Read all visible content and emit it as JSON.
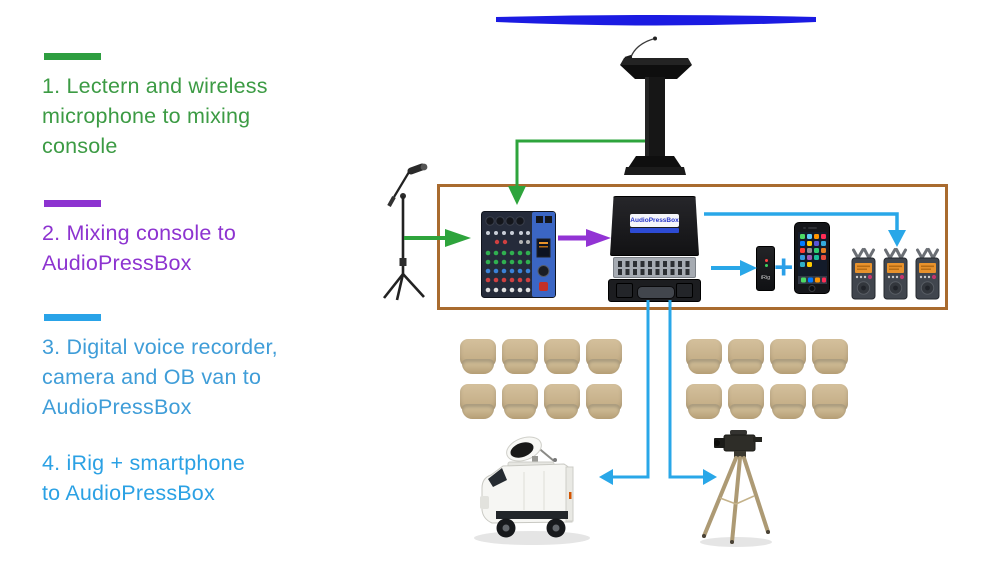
{
  "legend": {
    "items": [
      {
        "id": "1",
        "has_bar": true,
        "bar_color": "#2e9e40",
        "text_color": "#3c9b44",
        "lines": [
          "1. Lectern and wireless",
          "microphone to mixing",
          "console"
        ]
      },
      {
        "id": "2",
        "has_bar": true,
        "bar_color": "#8d33d0",
        "text_color": "#8d33d0",
        "lines": [
          "2. Mixing console to",
          "AudioPressBox"
        ]
      },
      {
        "id": "3",
        "has_bar": true,
        "bar_color": "#29a3e8",
        "text_color": "#3f9dd8",
        "lines": [
          "3. Digital voice recorder,",
          "camera and OB van to",
          "AudioPressBox"
        ]
      },
      {
        "id": "4",
        "has_bar": false,
        "bar_color": null,
        "text_color": "#2ba1e4",
        "lines": [
          "4. iRig + smartphone",
          "to AudioPressBox"
        ]
      }
    ]
  },
  "diagram": {
    "audiopressbox_label": "AudioPressBox",
    "irig_label": "iRig",
    "plus_sign": "+",
    "equipment": [
      "stage-banner",
      "lectern-with-gooseneck-microphone",
      "wireless-microphone-on-boom-stand",
      "mixing-console",
      "audiopressbox-case",
      "irig-interface",
      "smartphone",
      "digital-voice-recorder x3",
      "audience-chairs x16",
      "ob-van-with-satellite-dish",
      "camera-on-tripod"
    ],
    "flows": [
      "lectern to mixing console (green)",
      "wireless microphone to mixing console (green)",
      "mixing console to AudioPressBox (purple)",
      "AudioPressBox to voice recorders (blue)",
      "AudioPressBox to iRig + smartphone (blue)",
      "AudioPressBox to OB van (blue)",
      "AudioPressBox to camera (blue)"
    ],
    "colors": {
      "stage_banner": "#1b1be2",
      "green_flow": "#2ea43c",
      "purple_flow": "#9233d4",
      "blue_flow": "#29a7e8",
      "zone_border": "#a96b2f",
      "chair": "#c9b28c",
      "recorder_screen": "#e8922c"
    }
  }
}
